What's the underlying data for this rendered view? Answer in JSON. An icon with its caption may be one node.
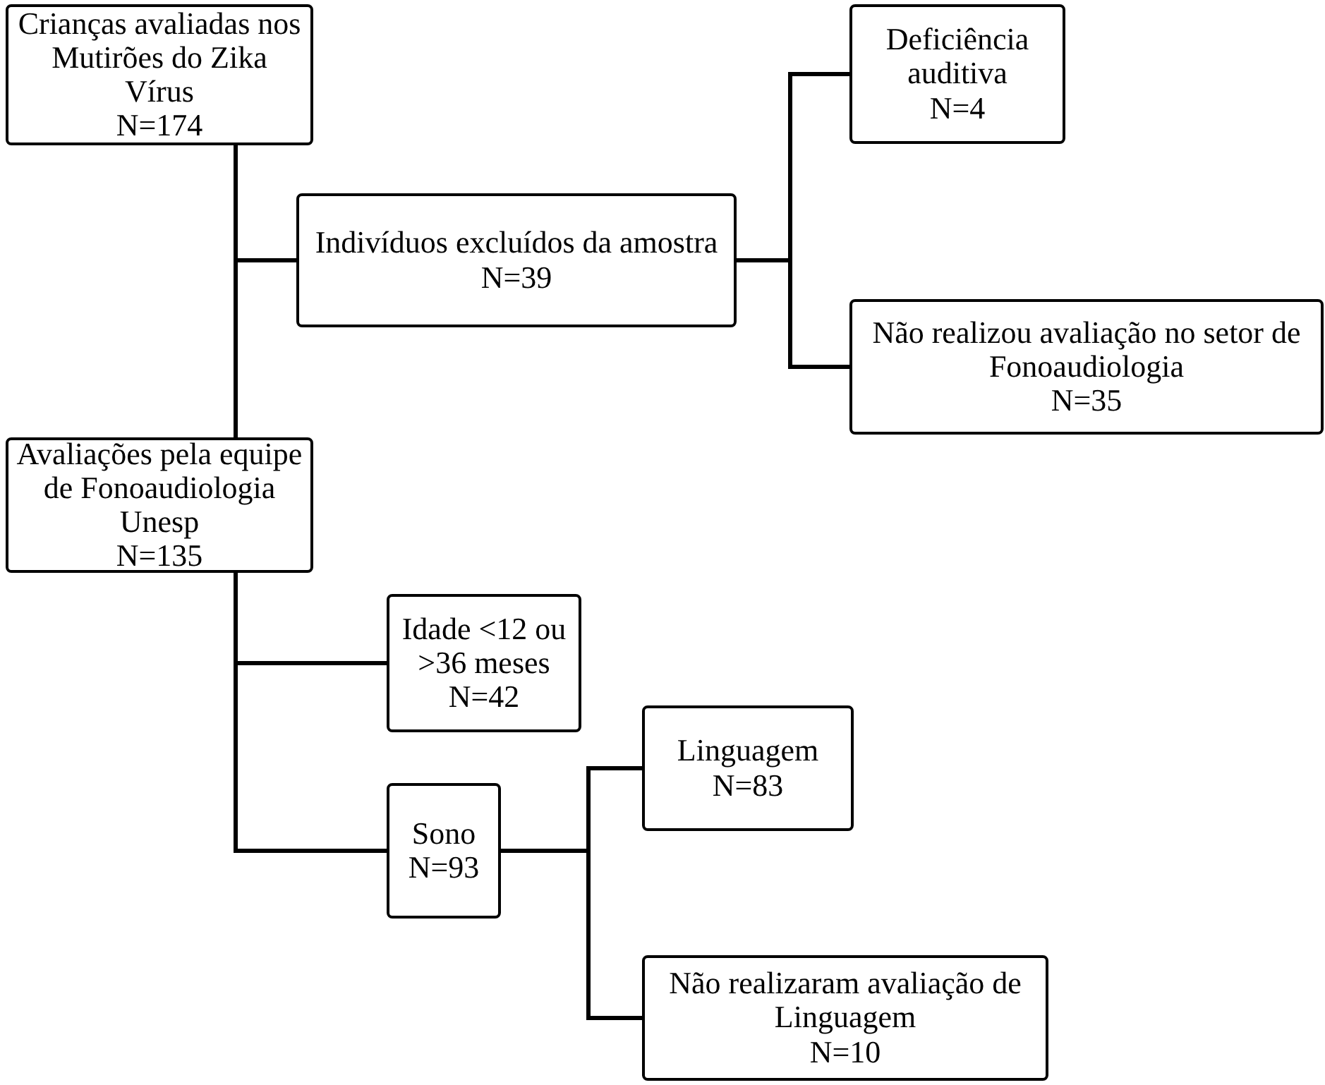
{
  "diagram": {
    "nodes": [
      {
        "text": [
          "Crianças avaliadas nos Mutirões do Zika Vírus",
          "N=174"
        ]
      },
      {
        "text": [
          "Indivíduos excluídos da amostra",
          "N=39"
        ]
      },
      {
        "text": [
          "Deficiência auditiva",
          "N=4"
        ]
      },
      {
        "text": [
          "Não realizou avaliação no setor de Fonoaudiologia",
          "N=35"
        ]
      },
      {
        "text": [
          "Avaliações pela equipe de Fonoaudiologia Unesp",
          "N=135"
        ]
      },
      {
        "text": [
          "Idade <12 ou >36 meses",
          "N=42"
        ]
      },
      {
        "text": [
          "Sono",
          "N=93"
        ]
      },
      {
        "text": [
          "Linguagem",
          "N=83"
        ]
      },
      {
        "text": [
          "Não realizaram avaliação de Linguagem",
          "N=10"
        ]
      }
    ],
    "edges": [
      {
        "from": 0,
        "to": 1,
        "arrow": "none"
      },
      {
        "from": 0,
        "to": 4,
        "arrow": "none"
      },
      {
        "from": 1,
        "to": 2,
        "arrow": "none"
      },
      {
        "from": 1,
        "to": 3,
        "arrow": "none"
      },
      {
        "from": 4,
        "to": 5,
        "arrow": "none"
      },
      {
        "from": 4,
        "to": 6,
        "arrow": "none"
      },
      {
        "from": 6,
        "to": 7,
        "arrow": "none"
      },
      {
        "from": 6,
        "to": 8,
        "arrow": "none"
      }
    ]
  }
}
